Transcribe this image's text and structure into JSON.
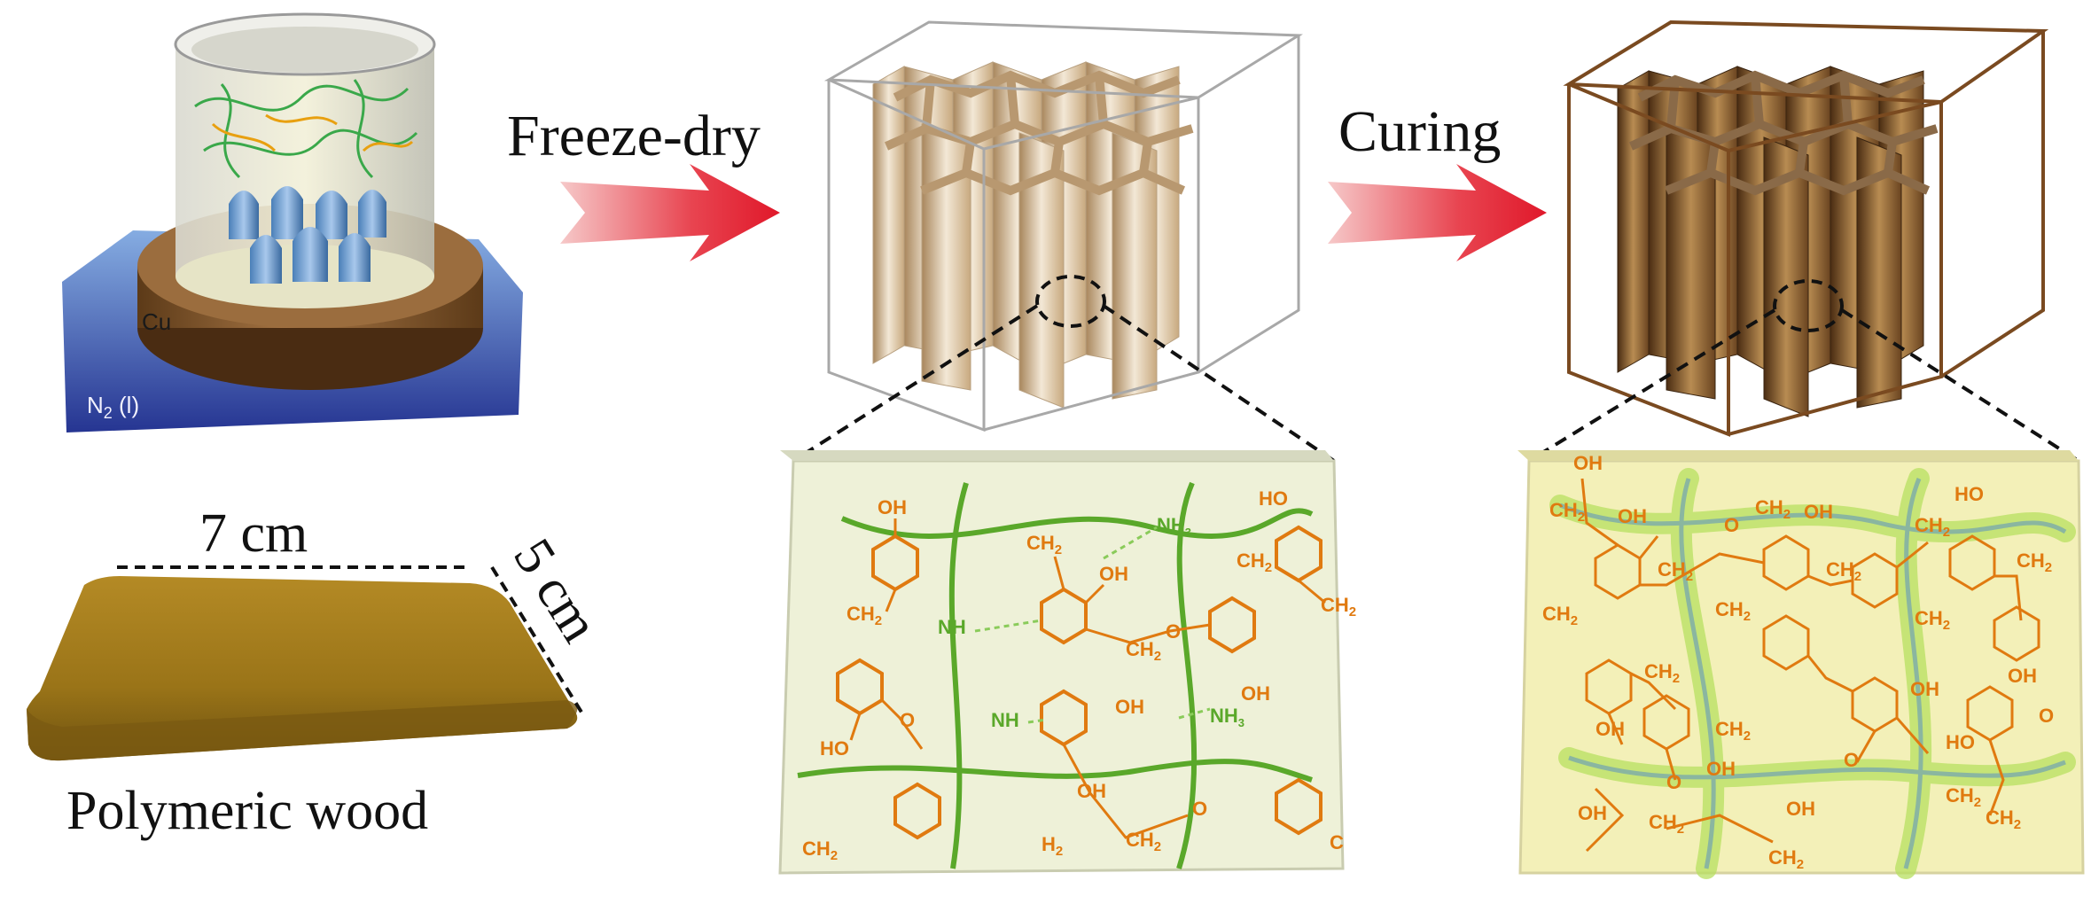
{
  "labels": {
    "freeze_dry": "Freeze-dry",
    "curing": "Curing",
    "cu": "Cu",
    "n2": "N",
    "n2_sub": "2",
    "n2_state": " (l)",
    "width": "7 cm",
    "depth": "5 cm",
    "caption": "Polymeric wood"
  },
  "chem": {
    "oh": "OH",
    "ho": "HO",
    "ch2": "CH",
    "sub2": "2",
    "o": "O",
    "nh": "NH",
    "nh3": "NH",
    "sub3": "3",
    "c": "C",
    "h2": "H",
    "ch3": "CH"
  },
  "colors": {
    "arrow": "#e0182a",
    "copper": "#8a5a2b",
    "nitrogen": "#2a3aa0",
    "wood": "#a8801f",
    "chain_green": "#5aa82a",
    "chem_orange": "#e07a10",
    "panel_bg_left": "#eef1d8",
    "panel_bg_right": "#f3f0b8"
  }
}
